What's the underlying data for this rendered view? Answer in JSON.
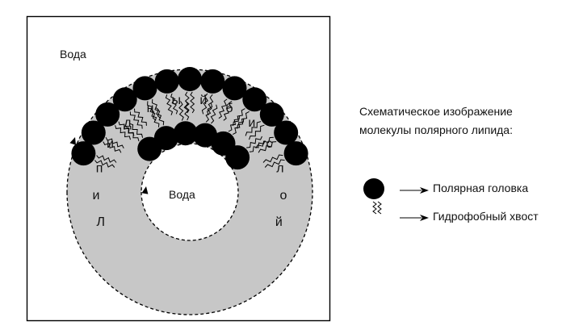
{
  "diagram": {
    "water_outer": "Вода",
    "water_inner": "Вода",
    "ring_label": "Липидный бислой"
  },
  "legend": {
    "title_line1": "Схематическое изображение",
    "title_line2": "молекулы полярного липида:",
    "head_label": "Полярная головка",
    "tail_label": "Гидрофобный хвост"
  },
  "colors": {
    "background": "#ffffff",
    "bilayer_fill": "#c7c7c7",
    "lipid_head": "#000000",
    "line": "#000000"
  }
}
